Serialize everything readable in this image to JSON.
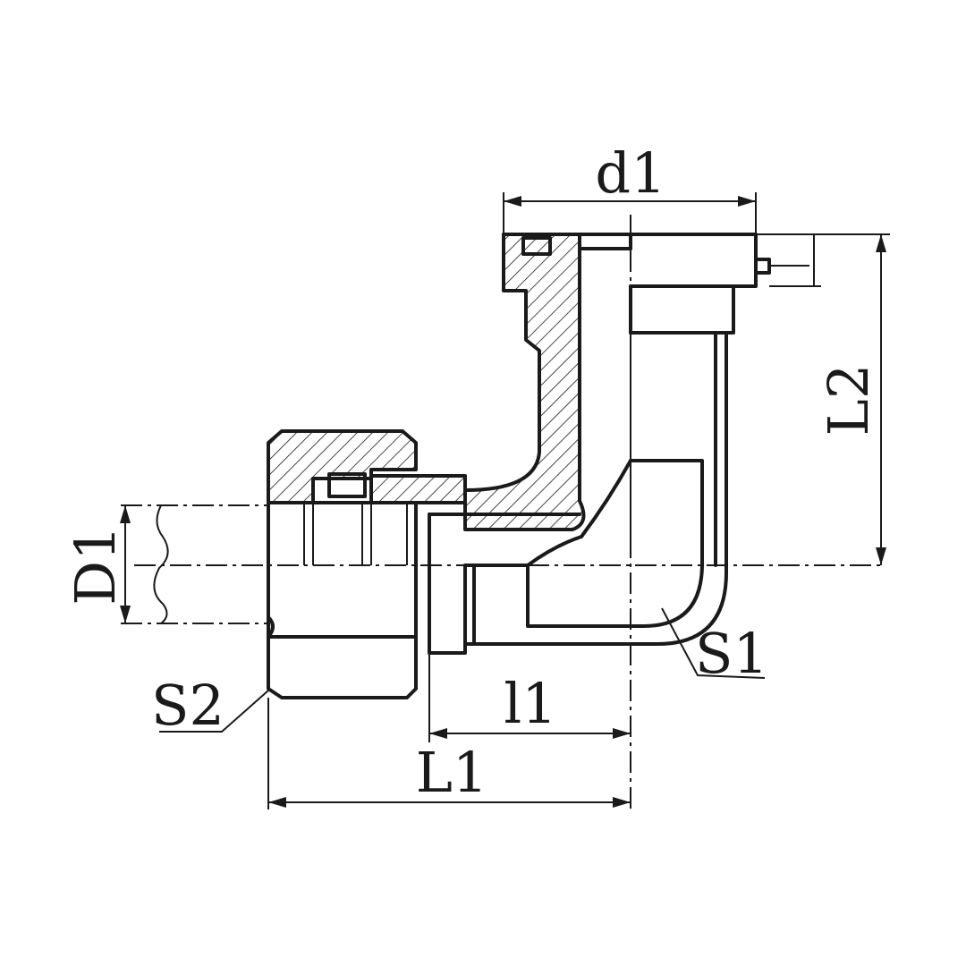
{
  "diagram": {
    "labels": {
      "d1": "d1",
      "L2": "L2",
      "D1": "D1",
      "S1": "S1",
      "S2": "S2",
      "l1": "l1",
      "L1": "L1"
    },
    "colors": {
      "line": "#1a1a1a",
      "background": "#ffffff"
    }
  }
}
